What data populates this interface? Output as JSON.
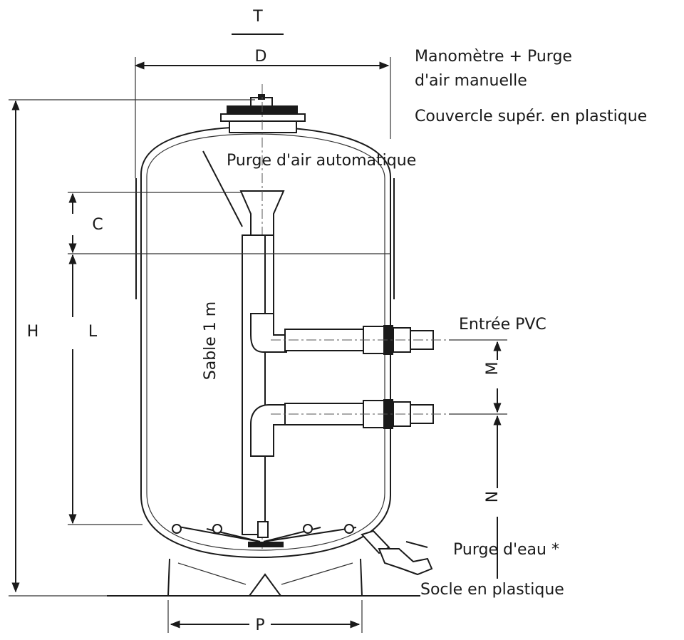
{
  "labels": {
    "manometre_line1": "Manomètre + Purge",
    "manometre_line2": "d'air manuelle",
    "couvercle": "Couvercle supér. en plastique",
    "purge_air_auto": "Purge d'air automatique",
    "sable": "Sable 1 m",
    "entree_pvc": "Entrée PVC",
    "purge_eau": "Purge d'eau *",
    "socle": "Socle en plastique"
  },
  "dimensions": {
    "T": "T",
    "D": "D",
    "H": "H",
    "C": "C",
    "L": "L",
    "M": "M",
    "N": "N",
    "P": "P"
  }
}
